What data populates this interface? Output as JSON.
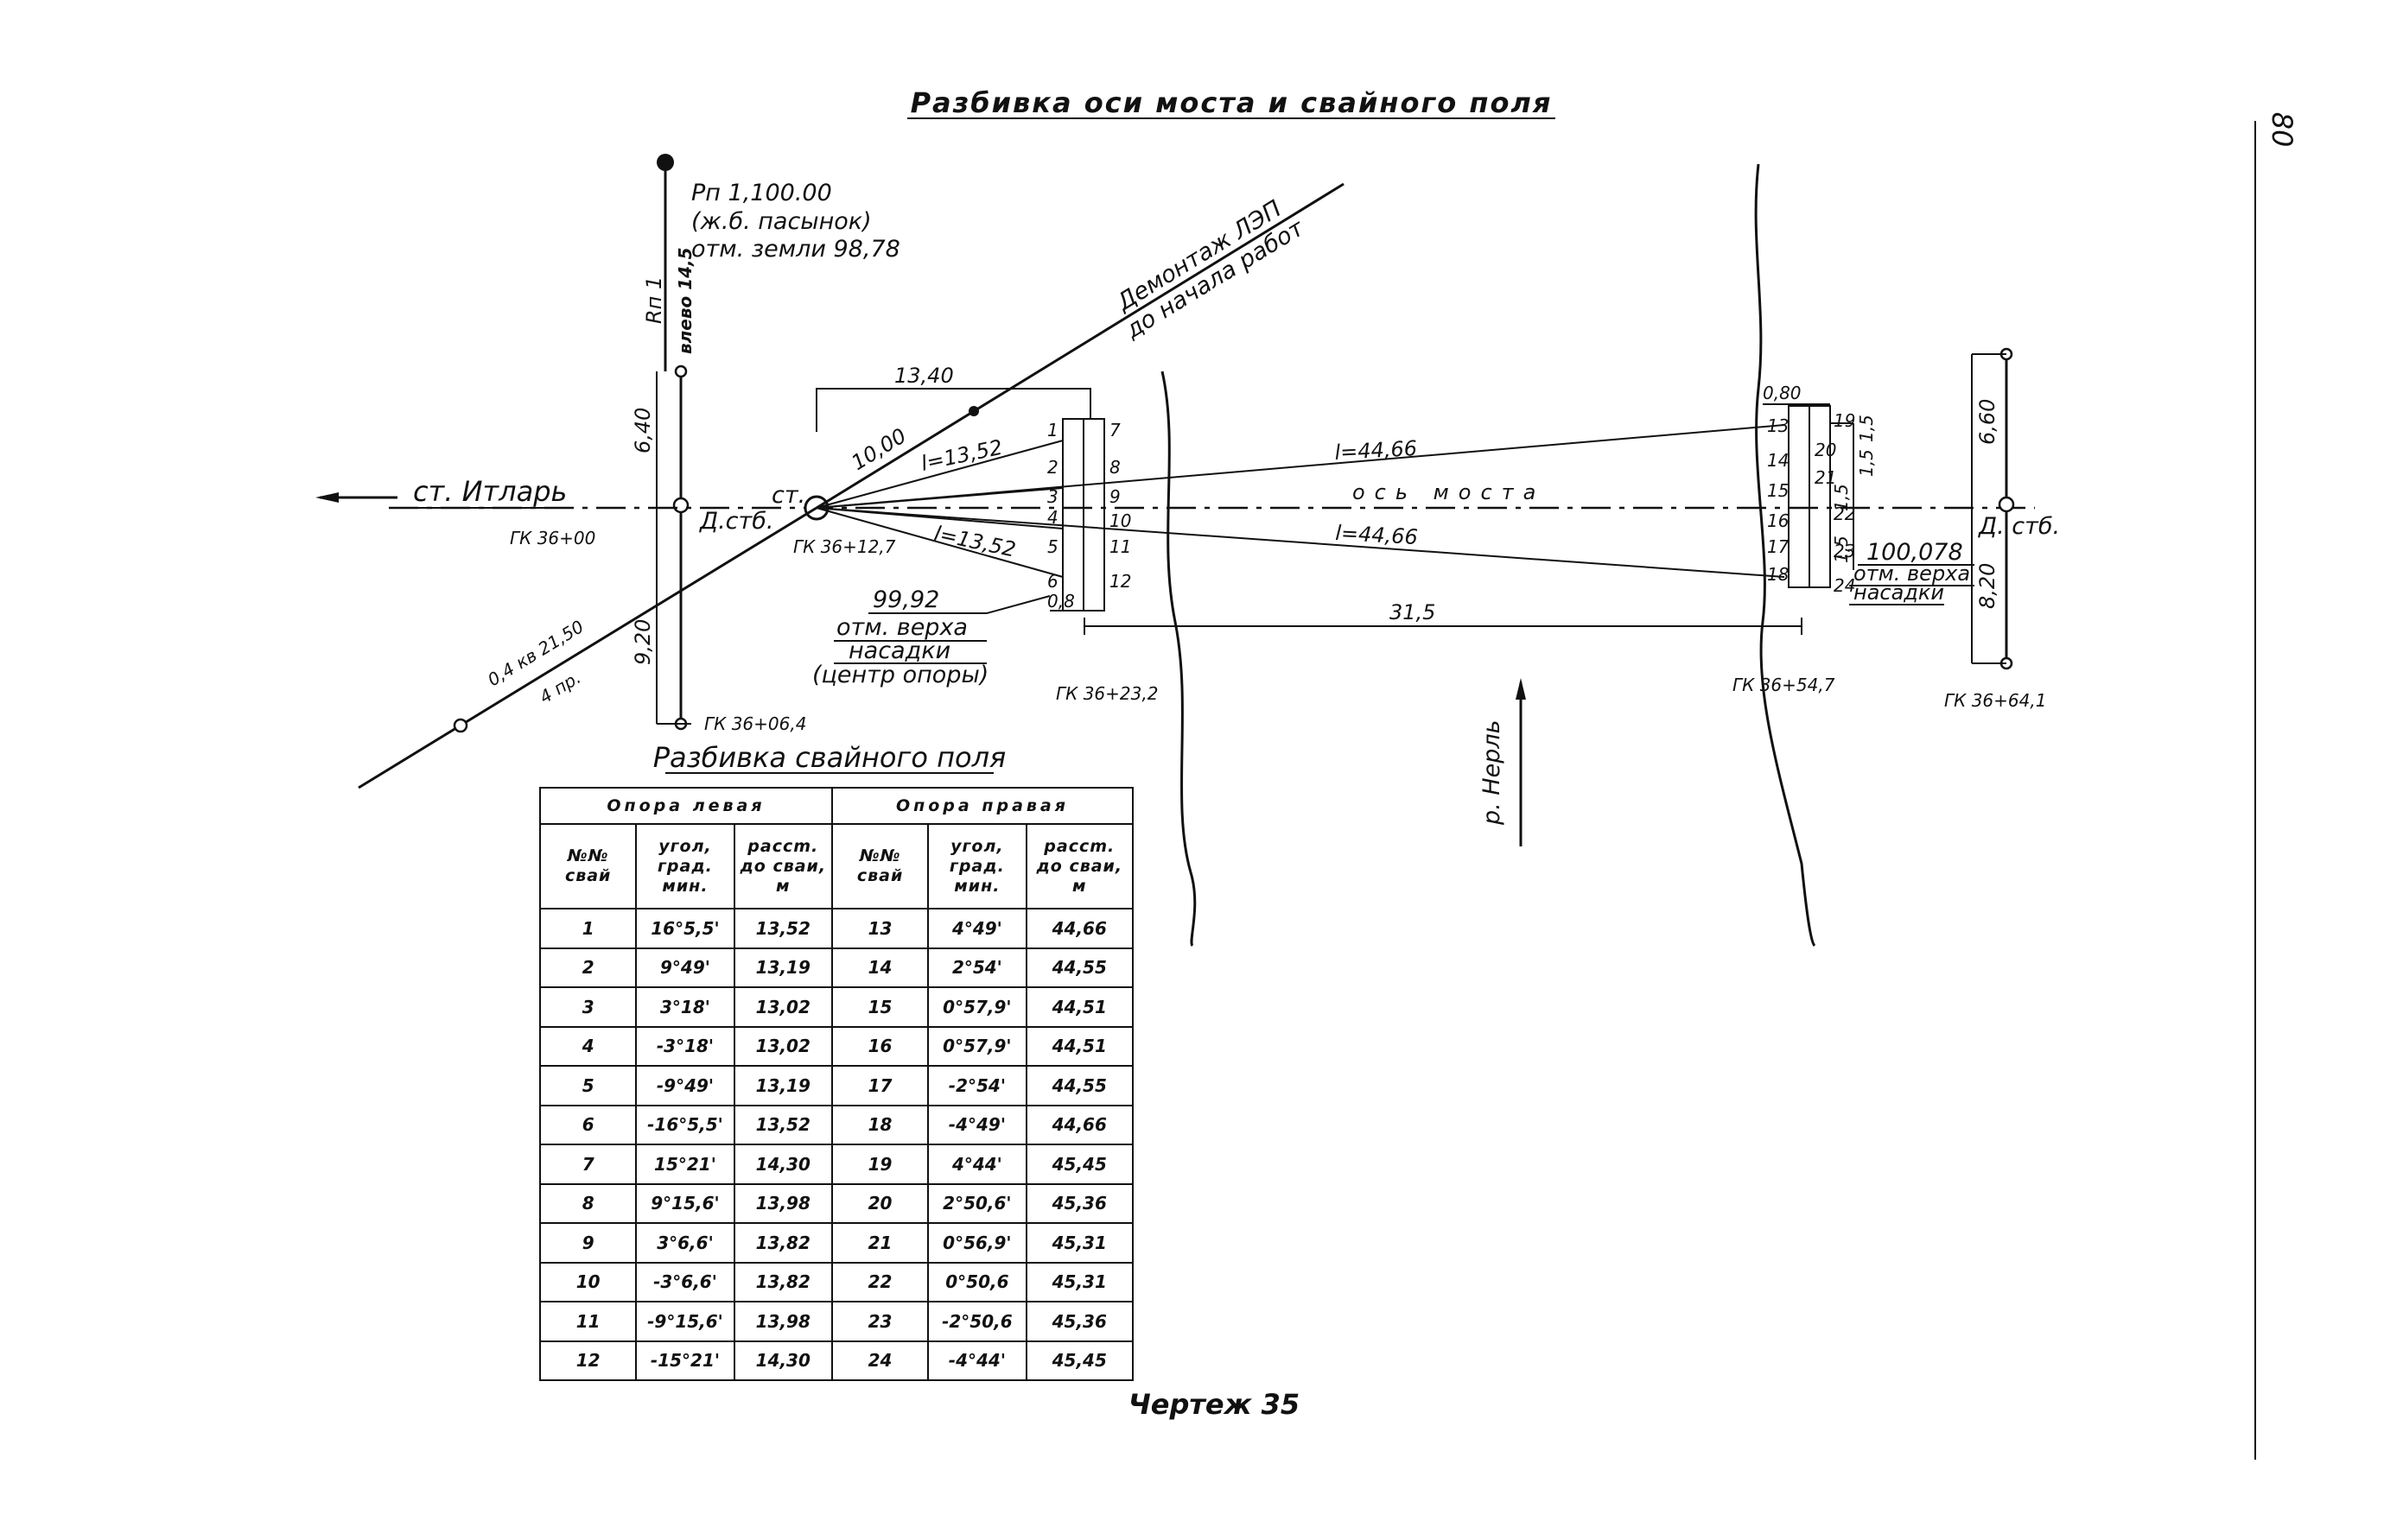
{
  "page_number": "80",
  "title": "Разбивка оси моста и свайного поля",
  "table_title": "Разбивка свайного поля",
  "caption": "Чертеж 35",
  "labels": {
    "benchmark_1": "Рп 1,100.00",
    "benchmark_2": "(ж.б. пасынок)",
    "benchmark_3": "отм. земли 98,78",
    "rp1_vertical": "Rп 1",
    "left_offset": "влево 14,5",
    "power_line_1": "Демонтаж ЛЭП",
    "power_line_2": "до начала работ",
    "dim_13_40": "13,40",
    "dim_10_00": "10,00",
    "l_13_52_top": "l=13,52",
    "l_13_52_bot": "l=13,52",
    "l_44_66_top": "l=44,66",
    "l_44_66_bot": "l=44,66",
    "dim_6_40": "6,40",
    "dim_9_20_left": "9,20",
    "dim_6_60": "6,60",
    "dim_8_20": "8,20",
    "station_left": "ст. Итларь",
    "gk_36_00": "ГК 36+00",
    "d_stb_left": "Д.стб.",
    "st": "ст.",
    "gk_36_12_7": "ГК 36+12,7",
    "bridge_axis": "ось моста",
    "gk_36_06_4": "ГК 36+06,4",
    "power_0_4": "0,4 кв 21,50",
    "power_4pr": "4 пр.",
    "elev_left_value": "99,92",
    "elev_left_1": "отм. верха",
    "elev_left_2": "насадки",
    "elev_left_3": "(центр опоры)",
    "gk_36_23_2": "ГК 36+23,2",
    "dim_31_5": "31,5",
    "dim_0_8": "0,8",
    "dim_0_80": "0,80",
    "river": "р. Нерль",
    "gk_36_54_7": "ГК 36+54,7",
    "elev_right_value": "100,078",
    "elev_right_1": "отм. верха",
    "elev_right_2": "насадки",
    "d_stb_right": "Д. стб.",
    "gk_36_64_1": "ГК 36+64,1",
    "dims_right_small": [
      "1,5",
      "1,5",
      "1,5",
      "1,5"
    ],
    "pile_numbers_left_a": [
      "1",
      "2",
      "3",
      "4",
      "5",
      "6"
    ],
    "pile_numbers_left_b": [
      "7",
      "8",
      "9",
      "10",
      "11",
      "12"
    ],
    "pile_numbers_right_a": [
      "13",
      "14",
      "15",
      "16",
      "17",
      "18"
    ],
    "pile_numbers_right_b": [
      "19",
      "20",
      "21",
      "22",
      "23",
      "24"
    ]
  },
  "table": {
    "group_left": "Опора левая",
    "group_right": "Опора правая",
    "col_pile": [
      "№№",
      "свай"
    ],
    "col_angle": [
      "угол,",
      "град.",
      "мин."
    ],
    "col_dist": [
      "рассm.",
      "до сваи,",
      "м"
    ],
    "rows": [
      [
        "1",
        "16°5,5'",
        "13,52",
        "13",
        "4°49'",
        "44,66"
      ],
      [
        "2",
        "9°49'",
        "13,19",
        "14",
        "2°54'",
        "44,55"
      ],
      [
        "3",
        "3°18'",
        "13,02",
        "15",
        "0°57,9'",
        "44,51"
      ],
      [
        "4",
        "-3°18'",
        "13,02",
        "16",
        "0°57,9'",
        "44,51"
      ],
      [
        "5",
        "-9°49'",
        "13,19",
        "17",
        "-2°54'",
        "44,55"
      ],
      [
        "6",
        "-16°5,5'",
        "13,52",
        "18",
        "-4°49'",
        "44,66"
      ],
      [
        "7",
        "15°21'",
        "14,30",
        "19",
        "4°44'",
        "45,45"
      ],
      [
        "8",
        "9°15,6'",
        "13,98",
        "20",
        "2°50,6'",
        "45,36"
      ],
      [
        "9",
        "3°6,6'",
        "13,82",
        "21",
        "0°56,9'",
        "45,31"
      ],
      [
        "10",
        "-3°6,6'",
        "13,82",
        "22",
        "0°50,6",
        "45,31"
      ],
      [
        "11",
        "-9°15,6'",
        "13,98",
        "23",
        "-2°50,6",
        "45,36"
      ],
      [
        "12",
        "-15°21'",
        "14,30",
        "24",
        "-4°44'",
        "45,45"
      ]
    ]
  }
}
